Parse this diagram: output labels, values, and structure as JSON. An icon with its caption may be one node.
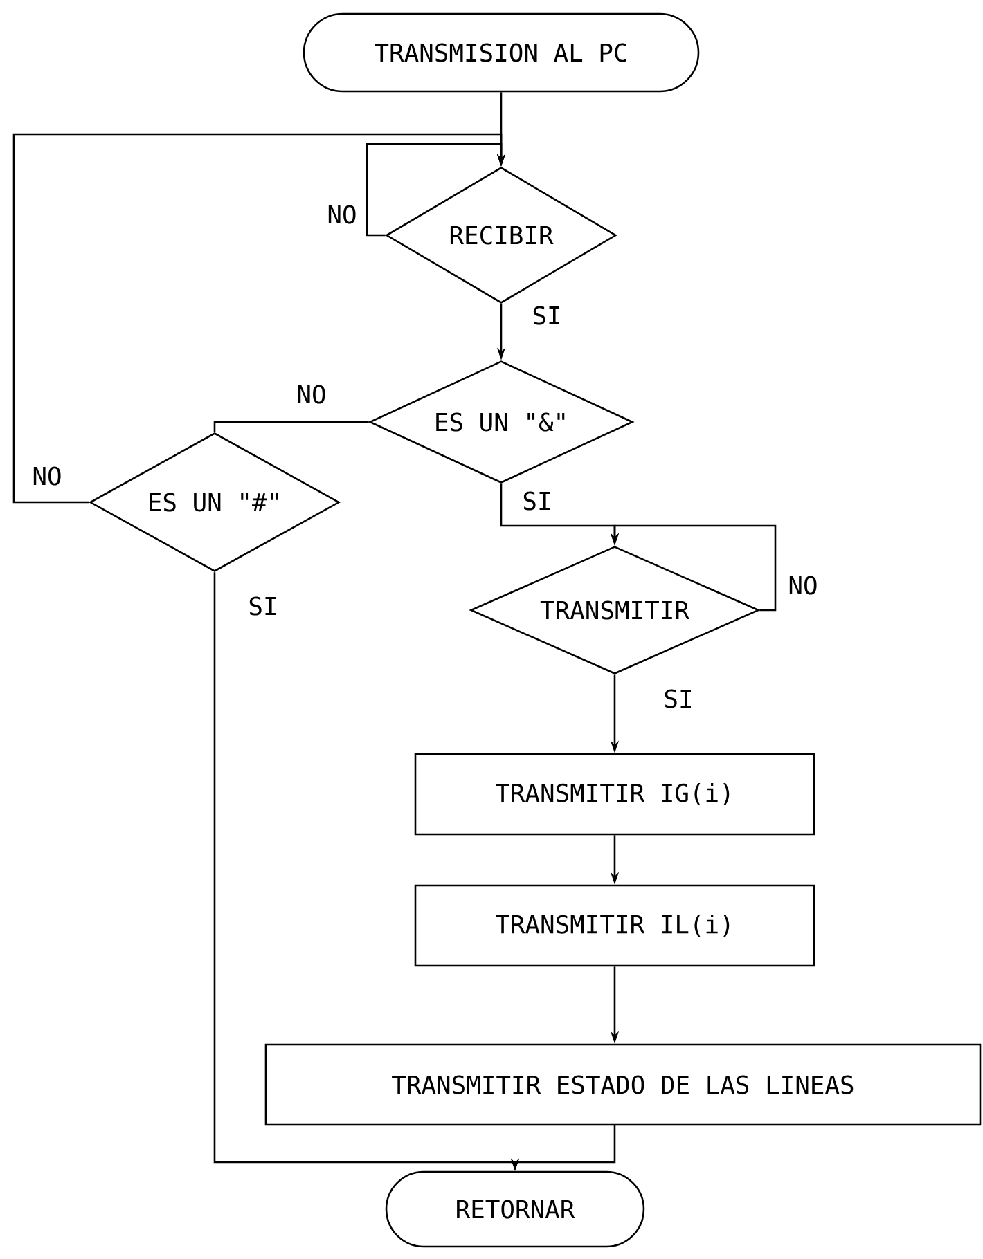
{
  "diagram": {
    "nodes": [
      {
        "text": [
          "TRANSMISION AL PC"
        ]
      },
      {
        "text": [
          "RECIBIR"
        ]
      },
      {
        "text": [
          "ES UN \"&\""
        ]
      },
      {
        "text": [
          "ES UN \"#\""
        ]
      },
      {
        "text": [
          "TRANSMITIR"
        ]
      },
      {
        "text": [
          "TRANSMITIR IG(i)"
        ]
      },
      {
        "text": [
          "TRANSMITIR IL(i)"
        ]
      },
      {
        "text": [
          "TRANSMITIR ESTADO DE LAS LINEAS"
        ]
      },
      {
        "text": [
          "RETORNAR"
        ]
      }
    ],
    "edges": [
      {
        "from": 0,
        "to": 1,
        "arrow": "to"
      },
      {
        "from": 1,
        "to": 1,
        "arrow": "to",
        "label": "NO"
      },
      {
        "from": 1,
        "to": 2,
        "arrow": "to",
        "label": "SI"
      },
      {
        "from": 2,
        "to": 3,
        "arrow": "none",
        "label": "NO"
      },
      {
        "from": 3,
        "to": 1,
        "arrow": "to",
        "label": "NO"
      },
      {
        "from": 2,
        "to": 4,
        "arrow": "to",
        "label": "SI"
      },
      {
        "from": 4,
        "to": 4,
        "arrow": "to",
        "label": "NO"
      },
      {
        "from": 4,
        "to": 5,
        "arrow": "to",
        "label": "SI"
      },
      {
        "from": 5,
        "to": 6,
        "arrow": "to"
      },
      {
        "from": 6,
        "to": 7,
        "arrow": "to"
      },
      {
        "from": 3,
        "to": 8,
        "arrow": "to",
        "label": "SI"
      },
      {
        "from": 7,
        "to": 8,
        "arrow": "to"
      }
    ]
  }
}
